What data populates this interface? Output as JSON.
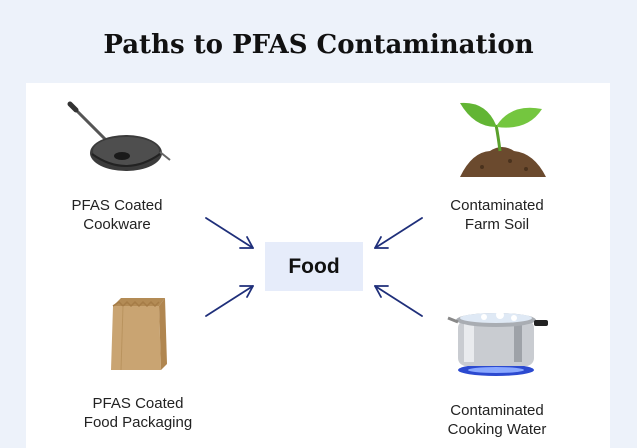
{
  "title": "Paths to PFAS Contamination",
  "center": {
    "label": "Food"
  },
  "sources": {
    "cookware": {
      "line1": "PFAS Coated",
      "line2": "Cookware",
      "icon": "wok-pan-icon"
    },
    "soil": {
      "line1": "Contaminated",
      "line2": "Farm Soil",
      "icon": "plant-sprout-icon"
    },
    "packaging": {
      "line1": "PFAS Coated",
      "line2": "Food Packaging",
      "icon": "paper-bag-icon"
    },
    "water": {
      "line1": "Contaminated",
      "line2": "Cooking Water",
      "icon": "boiling-pot-icon"
    }
  },
  "colors": {
    "background": "#edf2fa",
    "panel": "#ffffff",
    "food_box": "#e6ecfa",
    "arrow": "#1f2f7a"
  }
}
